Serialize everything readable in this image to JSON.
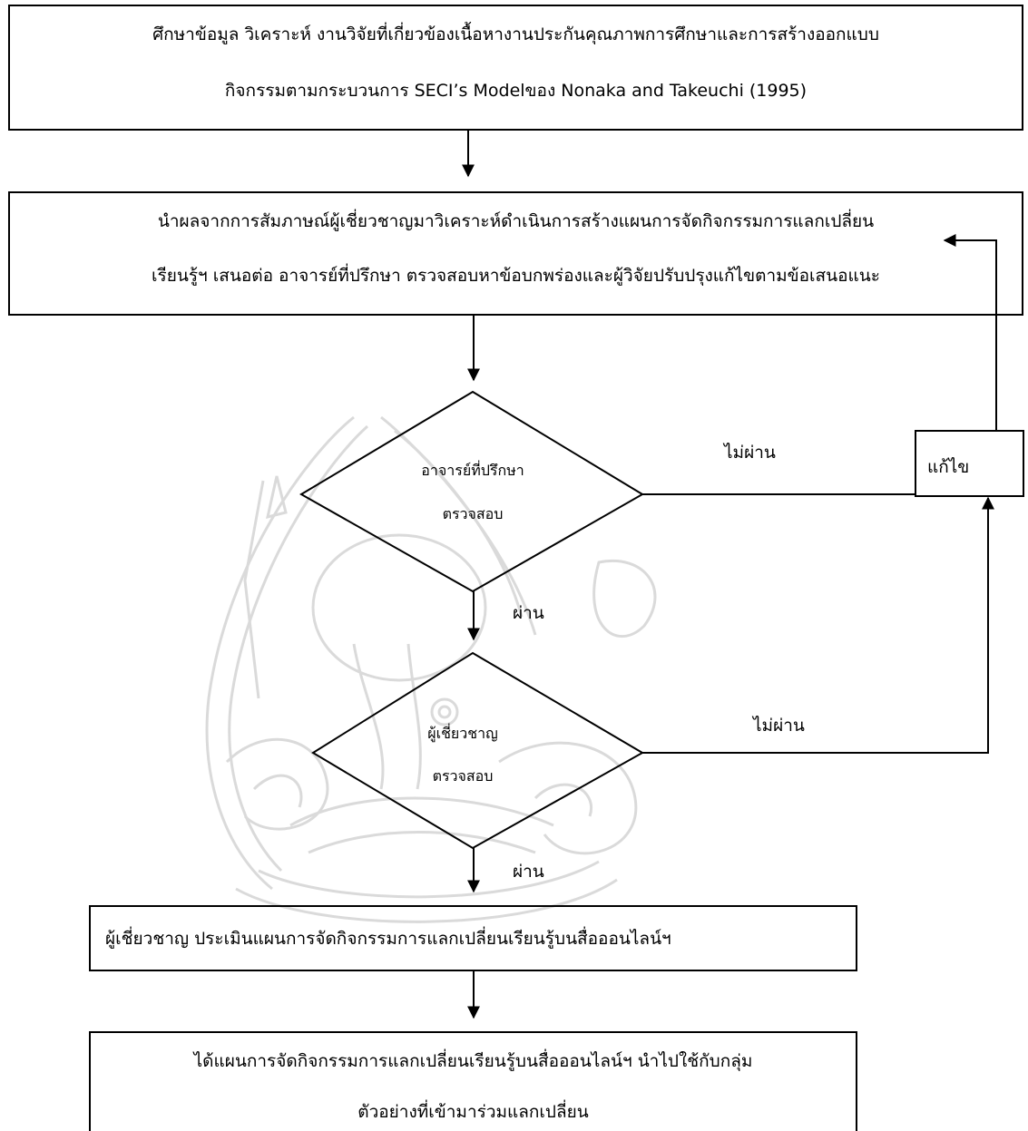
{
  "flowchart": {
    "step1": {
      "line1": "ศึกษาข้อมูล วิเคราะห์  งานวิจัยที่เกี่ยวข้องเนื้อหางานประกันคุณภาพการศึกษาและการสร้างออกแบบ",
      "line2": "กิจกรรมตามกระบวนการ SECI’s Modelของ Nonaka and Takeuchi (1995)"
    },
    "step2": {
      "line1": "นำผลจากการสัมภาษณ์ผู้เชี่ยวชาญมาวิเคราะห์ดำเนินการสร้างแผนการจัดกิจกรรมการแลกเปลี่ยน",
      "line2": "เรียนรู้ฯ เสนอต่อ อาจารย์ที่ปรึกษา ตรวจสอบหาข้อบกพร่องและผู้วิจัยปรับปรุงแก้ไขตามข้อเสนอแนะ"
    },
    "decision1": {
      "line1": "อาจารย์ที่ปรึกษา",
      "line2": "ตรวจสอบ"
    },
    "decision2": {
      "line1": "ผู้เชี่ยวชาญ",
      "line2": "ตรวจสอบ"
    },
    "fix_box": "แก้ไข",
    "fail_label_1": "ไม่ผ่าน",
    "fail_label_2": "ไม่ผ่าน",
    "pass_label_1": "ผ่าน",
    "pass_label_2": "ผ่าน",
    "step3": "ผู้เชี่ยวชาญ ประเมินแผนการจัดกิจกรรมการแลกเปลี่ยนเรียนรู้บนสื่อออนไลน์ฯ",
    "step4": {
      "line1": "ได้แผนการจัดกิจกรรมการแลกเปลี่ยนเรียนรู้บนสื่อออนไลน์ฯ นำไปใช้กับกลุ่ม",
      "line2": "ตัวอย่างที่เข้ามาร่วมแลกเปลี่ยน"
    }
  },
  "colors": {
    "line": "#000000",
    "watermark": "#bdbdbd"
  }
}
